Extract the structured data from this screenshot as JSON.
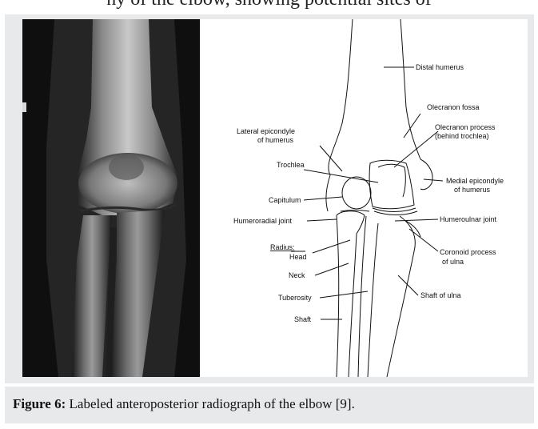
{
  "header_text": "ny of the elbow, showing potential sites of",
  "labels": {
    "distal_humerus": "Distal humerus",
    "olecranon_fossa": "Olecranon fossa",
    "olecranon_process_1": "Olecranon process",
    "olecranon_process_2": "(behind trochlea)",
    "lateral_epicondyle_1": "Lateral epicondyle",
    "lateral_epicondyle_2": "of humerus",
    "medial_epicondyle_1": "Medial epicondyle",
    "medial_epicondyle_2": "of humerus",
    "trochlea": "Trochlea",
    "capitulum": "Capitulum",
    "humeroradial_joint": "Humeroradial joint",
    "humeroulnar_joint": "Humeroulnar joint",
    "radius": "Radius:",
    "head": "Head",
    "neck": "Neck",
    "tuberosity": "Tuberosity",
    "shaft": "Shaft",
    "coronoid_1": "Coronoid process",
    "coronoid_2": "of ulna",
    "shaft_of_ulna": "Shaft of ulna"
  },
  "caption": {
    "label": "Figure 6:",
    "text": " Labeled anteroposterior radiograph of the elbow [9]."
  }
}
